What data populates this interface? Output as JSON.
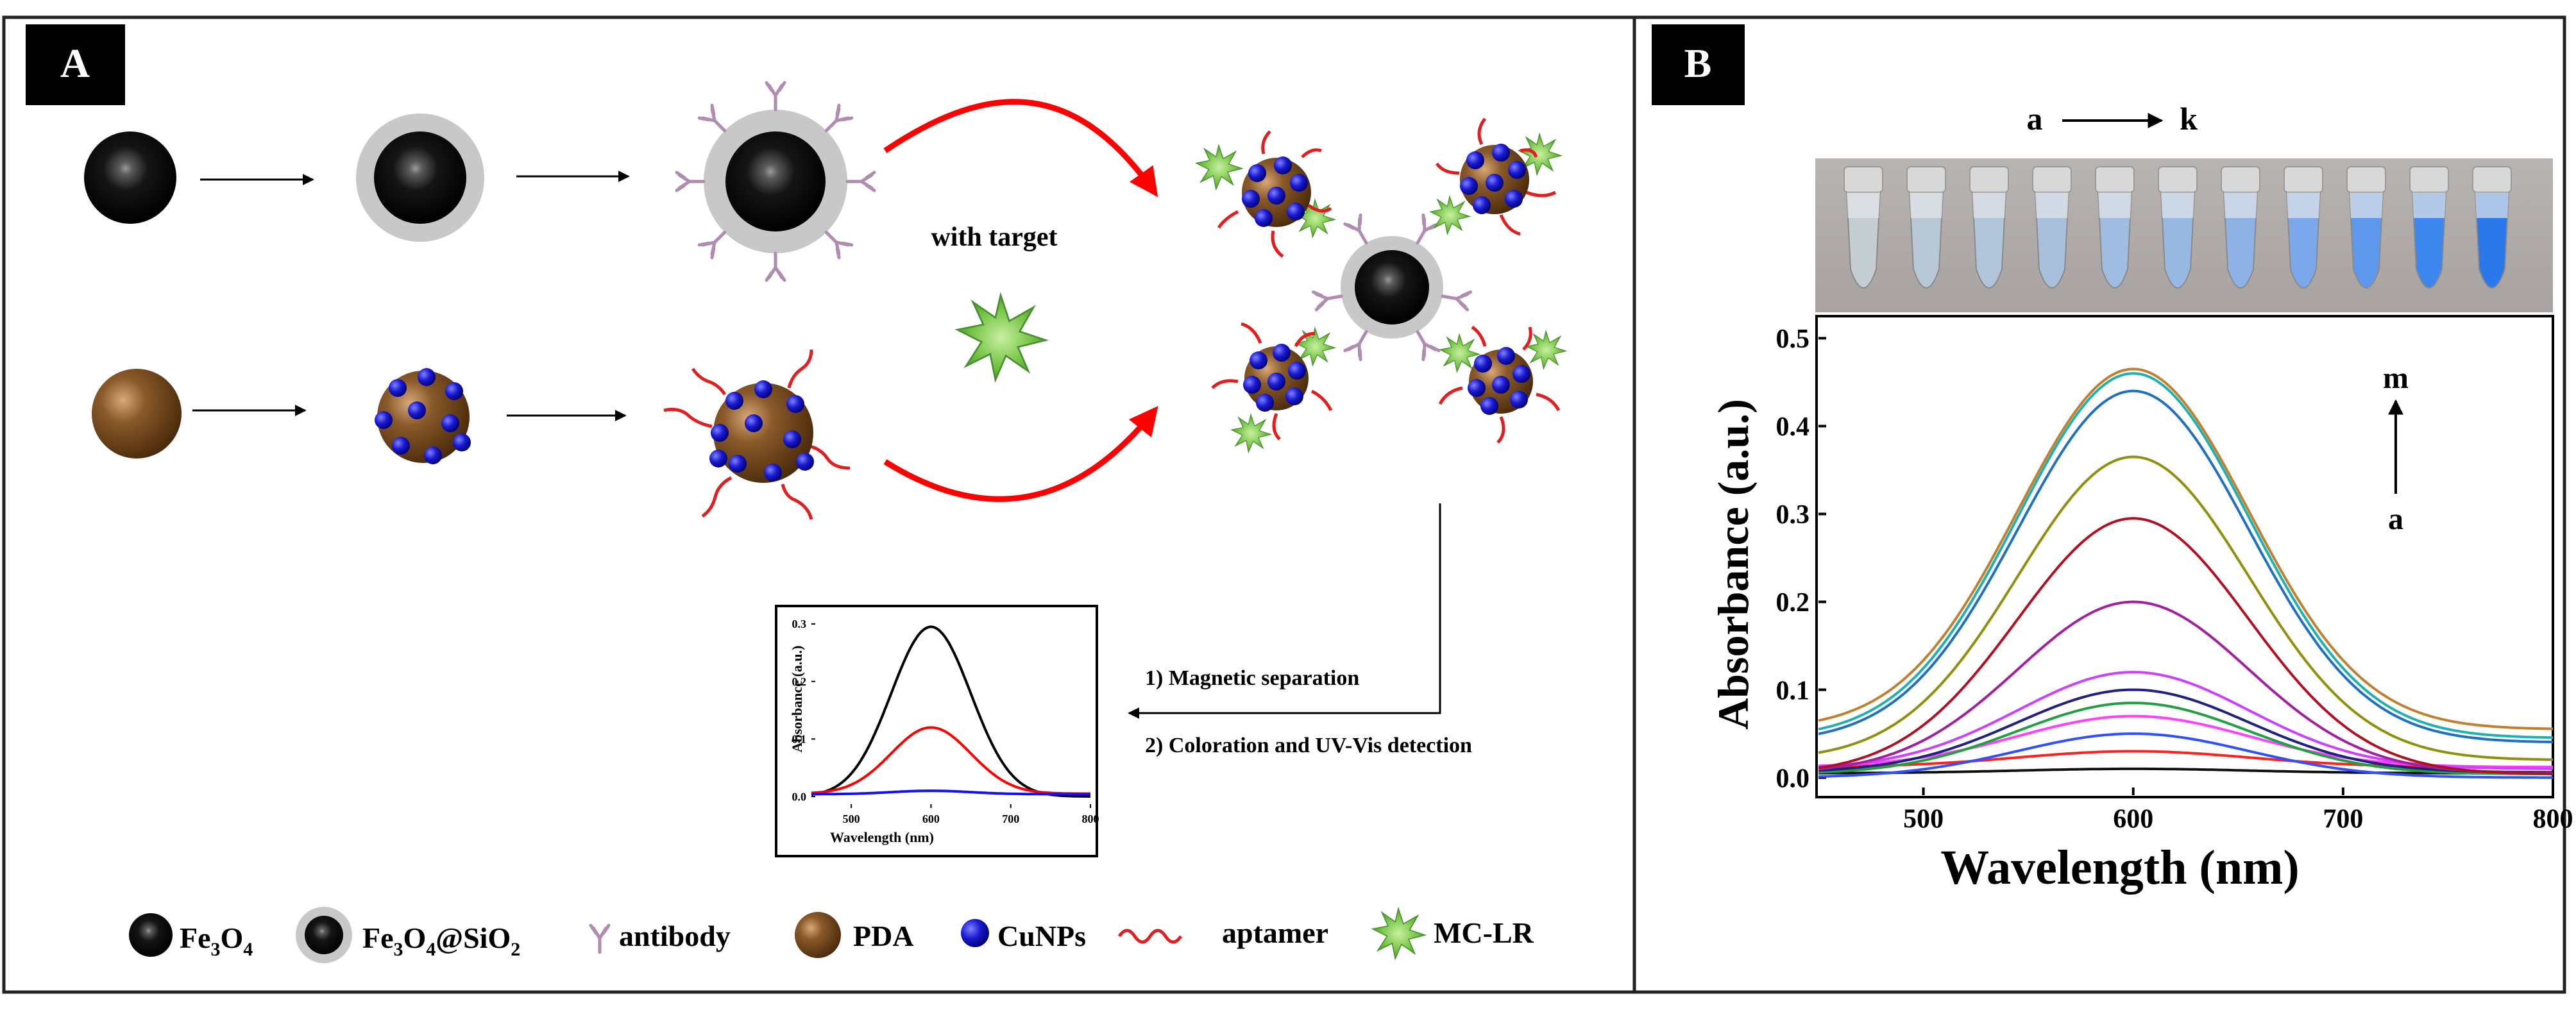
{
  "panel_a": {
    "label": "A",
    "with_target_label": "with target",
    "step1_label": "1) Magnetic separation",
    "step2_label": "2) Coloration and UV-Vis detection",
    "legend": {
      "fe3o4_main": "Fe",
      "fe3o4_sub1": "3",
      "fe3o4_o": "O",
      "fe3o4_sub2": "4",
      "fe3o4sio2_main": "Fe",
      "fe3o4sio2_sub1": "3",
      "fe3o4sio2_o": "O",
      "fe3o4sio2_sub2": "4",
      "fe3o4sio2_at": "@SiO",
      "fe3o4sio2_sub3": "2",
      "antibody": "antibody",
      "pda": "PDA",
      "cunps": "CuNPs",
      "aptamer": "aptamer",
      "mclr": "MC-LR"
    },
    "inset_chart": {
      "ylabel": "Absorbance (a.u.)",
      "xlabel": "Wavelength (nm)",
      "yticks": [
        "0.0",
        "0.1",
        "0.2",
        "0.3"
      ],
      "xticks": [
        "500",
        "600",
        "700",
        "800"
      ]
    }
  },
  "panel_b": {
    "label": "B",
    "tube_range_start": "a",
    "tube_range_end": "k",
    "arrow_top_label": "m",
    "arrow_bottom_label": "a"
  },
  "chart_data": [
    {
      "type": "line",
      "xlabel": "Wavelength (nm)",
      "ylabel": "Absorbance (a.u.)",
      "xlim": [
        450,
        800
      ],
      "ylim": [
        -0.02,
        0.32
      ],
      "xticks": [
        500,
        600,
        700,
        800
      ],
      "yticks": [
        0.0,
        0.1,
        0.2,
        0.3
      ],
      "peak_x": 600,
      "sigma": 50,
      "series": [
        {
          "color": "#000000",
          "peak": 0.295,
          "baseline": 0.0
        },
        {
          "color": "#ff0000",
          "peak": 0.12,
          "baseline": 0.005
        },
        {
          "color": "#1010ff",
          "peak": 0.01,
          "baseline": 0.004
        }
      ]
    },
    {
      "type": "line",
      "xlabel": "Wavelength (nm)",
      "ylabel": "Absorbance (a.u.)",
      "xlim": [
        450,
        800
      ],
      "ylim": [
        -0.02,
        0.52
      ],
      "xticks": [
        500,
        600,
        700,
        800
      ],
      "yticks": [
        0.0,
        0.1,
        0.2,
        0.3,
        0.4,
        0.5
      ],
      "peak_x": 600,
      "sigma": 55,
      "series": [
        {
          "color": "#111111",
          "peak": 0.01,
          "baseline": 0.005
        },
        {
          "color": "#ff2020",
          "peak": 0.03,
          "baseline": 0.012
        },
        {
          "color": "#3050ff",
          "peak": 0.05,
          "baseline": 0.0
        },
        {
          "color": "#ff40ff",
          "peak": 0.07,
          "baseline": 0.012
        },
        {
          "color": "#20a040",
          "peak": 0.085,
          "baseline": 0.004
        },
        {
          "color": "#202080",
          "peak": 0.1,
          "baseline": 0.006
        },
        {
          "color": "#cc40ff",
          "peak": 0.12,
          "baseline": 0.01
        },
        {
          "color": "#a020a0",
          "peak": 0.2,
          "baseline": 0.005
        },
        {
          "color": "#b01020",
          "peak": 0.295,
          "baseline": 0.004
        },
        {
          "color": "#909010",
          "peak": 0.365,
          "baseline": 0.02
        },
        {
          "color": "#2070c0",
          "peak": 0.44,
          "baseline": 0.04
        },
        {
          "color": "#c08030",
          "peak": 0.465,
          "baseline": 0.055
        },
        {
          "color": "#20b0b0",
          "peak": 0.46,
          "baseline": 0.045
        }
      ]
    }
  ],
  "colors": {
    "arrow_red": "#ff0000",
    "fe3o4": "#000000",
    "shell": "#c8c8c8",
    "pda": "#7a4a1c",
    "cunp": "#1a1ad0",
    "aptamer": "#e02020",
    "antibody": "#b08cb0",
    "mclr": "#7bd040"
  }
}
